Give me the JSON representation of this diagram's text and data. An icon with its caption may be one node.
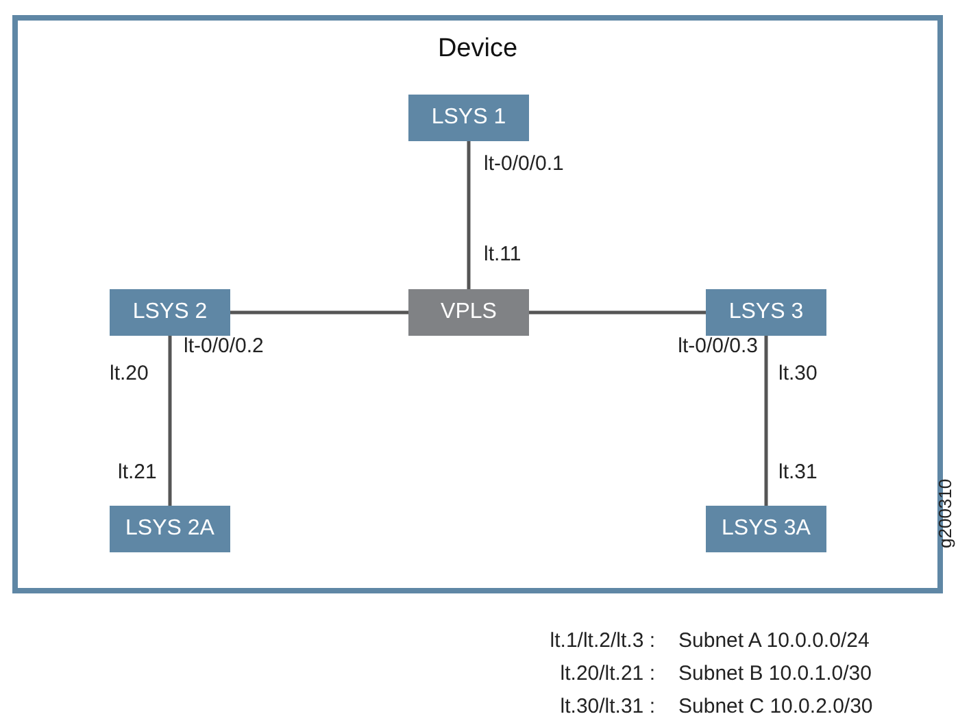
{
  "diagram": {
    "nodes": [
      {
        "text": [
          "Device"
        ]
      },
      {
        "text": [
          "LSYS 1"
        ],
        "in": 0
      },
      {
        "text": [
          "LSYS 2"
        ],
        "in": 0
      },
      {
        "text": [
          "VPLS"
        ],
        "in": 0
      },
      {
        "text": [
          "LSYS 3"
        ],
        "in": 0
      },
      {
        "text": [
          "LSYS 2A"
        ],
        "in": 0
      },
      {
        "text": [
          "LSYS 3A"
        ],
        "in": 0
      }
    ],
    "edges": [
      {
        "from": 1,
        "to": 3,
        "arrow": "none"
      },
      {
        "from": 2,
        "to": 3,
        "arrow": "none"
      },
      {
        "from": 3,
        "to": 4,
        "arrow": "none"
      },
      {
        "from": 2,
        "to": 5,
        "arrow": "none"
      },
      {
        "from": 4,
        "to": 6,
        "arrow": "none"
      }
    ],
    "labels": [
      "lt-0/0/0.1",
      "lt.11",
      "lt-0/0/0.2",
      "lt-0/0/0.3",
      "lt.20",
      "lt.30",
      "lt.21",
      "lt.31",
      "g200310",
      "lt.1/lt.2/lt.3 :",
      "Subnet A 10.0.0.0/24",
      "lt.20/lt.21 :",
      "Subnet B 10.0.1.0/30",
      "lt.30/lt.31 :",
      "Subnet C 10.0.2.0/30"
    ]
  }
}
